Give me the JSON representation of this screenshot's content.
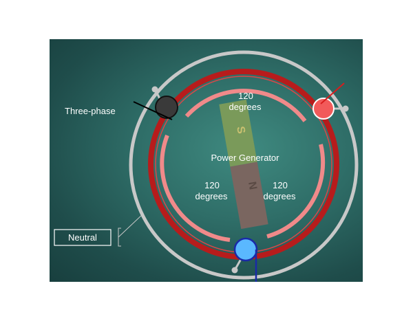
{
  "diagram": {
    "labels": {
      "top_angle_value": "120",
      "top_angle_unit": "degrees",
      "left_angle_value": "120",
      "left_angle_unit": "degrees",
      "right_angle_value": "120",
      "right_angle_unit": "degrees",
      "center": "Power Generator",
      "three_phase": "Three-phase",
      "neutral": "Neutral"
    },
    "magnet": {
      "south_pole": "S",
      "north_pole": "N"
    },
    "colors": {
      "background": "#2f6e68",
      "neutral_ring": "#c8c8c8",
      "outer_red_ring": "#b71c1c",
      "inner_pink_arcs": "#f08a8a",
      "phase_dark": "#3a3a3a",
      "phase_red": "#f25a5a",
      "phase_blue": "#5ab8ff",
      "magnet_south": "#7a9a5a",
      "magnet_north": "#7a6660"
    }
  }
}
